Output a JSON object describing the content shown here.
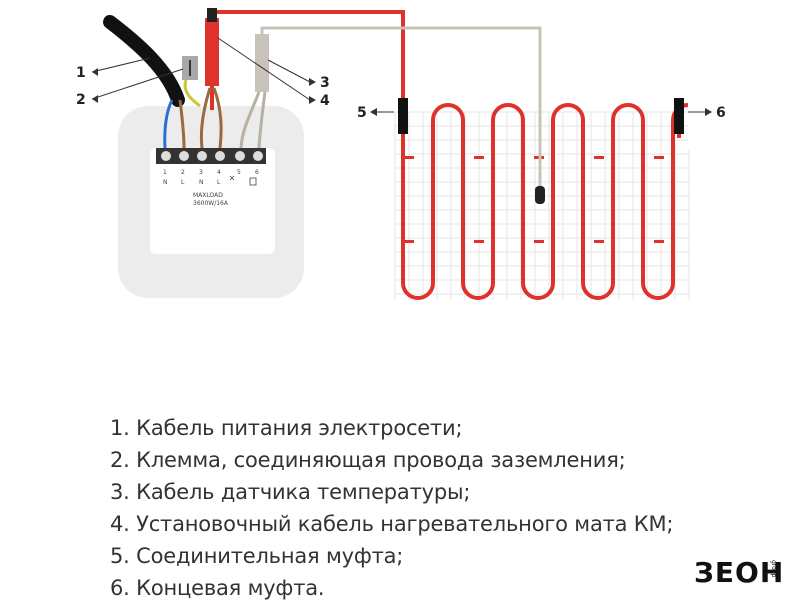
{
  "callouts": {
    "c1": "1",
    "c2": "2",
    "c3": "3",
    "c4": "4",
    "c5": "5",
    "c6": "6"
  },
  "terminal": {
    "numbers": [
      "1",
      "2",
      "3",
      "4",
      "5",
      "6"
    ],
    "letters": [
      "N",
      "L",
      "N",
      "L"
    ],
    "model": "MAXLOAD",
    "rating": "3600W/16A"
  },
  "legend": [
    "1. Кабель питания электросети;",
    "2. Клемма, соединяющая провода заземления;",
    "3. Кабель датчика температуры;",
    "4. Установочный кабель нагревательного мата КМ;",
    "5. Соединительная муфта;",
    "6. Концевая муфта."
  ],
  "brand": {
    "name": "ЗЕОН",
    "sub": "group"
  },
  "colors": {
    "heating_cable": "#e0322c",
    "sensor_cable": "#c9c2b8",
    "mesh": "#e6e6e6",
    "ground_wire": "#c8c83a",
    "neutral_wire": "#2a6fd1",
    "brown_wire": "#9a6a3e",
    "power_cable": "#111111",
    "box": "#ececec"
  }
}
